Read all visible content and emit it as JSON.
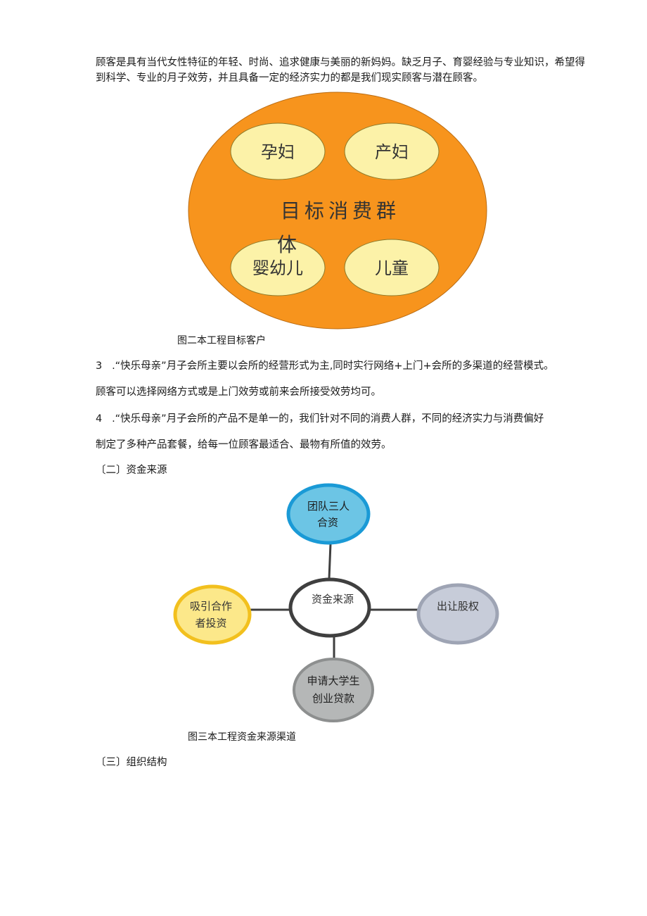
{
  "intro_paragraph": "顾客是具有当代女性特征的年轻、时尚、追求健康与美丽的新妈妈。缺乏月子、育婴经验与专业知识，希望得到科学、专业的月子效劳，并且具备一定的经济实力的都是我们现实顾客与潜在顾客。",
  "figure2": {
    "center_line1": "目标消费群",
    "center_line2": "体",
    "groups": [
      "孕妇",
      "产妇",
      "婴幼儿",
      "儿童"
    ],
    "caption": "图二本工程目标客户",
    "colors": {
      "outer": "#F7941D",
      "inner": "#FCF2A8"
    }
  },
  "item3": {
    "number": "3",
    "line1": ".“快乐母亲”月子会所主要以会所的经营形式为主,同时实行网络+上门+会所的多渠道的经营模式。",
    "line2": "顾客可以选择网络方式或是上门效劳或前来会所接受效劳均可。"
  },
  "item4": {
    "number": "4",
    "line1": ".“快乐母亲”月子会所的产品不是单一的，我们针对不同的消费人群，不同的经济实力与消费偏好",
    "line2": "制定了多种产品套餐，给每一位顾客最适合、最物有所值的效劳。"
  },
  "section2_heading": "〔二〕资金来源",
  "figure3": {
    "center": "资金来源",
    "top_line1": "团队三人",
    "top_line2": "合资",
    "left_line1": "吸引合作",
    "left_line2": "者投资",
    "right": "出让股权",
    "bottom_line1": "申请大学生",
    "bottom_line2": "创业贷款",
    "caption": "图三本工程资金来源渠道",
    "colors": {
      "top": "#6CC5E5",
      "top_border": "#1A9AD6",
      "left": "#FCE88A",
      "left_border": "#F2C01E",
      "right": "#C7CCD9",
      "right_border": "#9EA4B4",
      "bottom": "#B5B7B7",
      "bottom_border": "#8D8F8F",
      "center_border": "#3F3F3F"
    }
  },
  "section3_heading": "〔三〕组织结构"
}
